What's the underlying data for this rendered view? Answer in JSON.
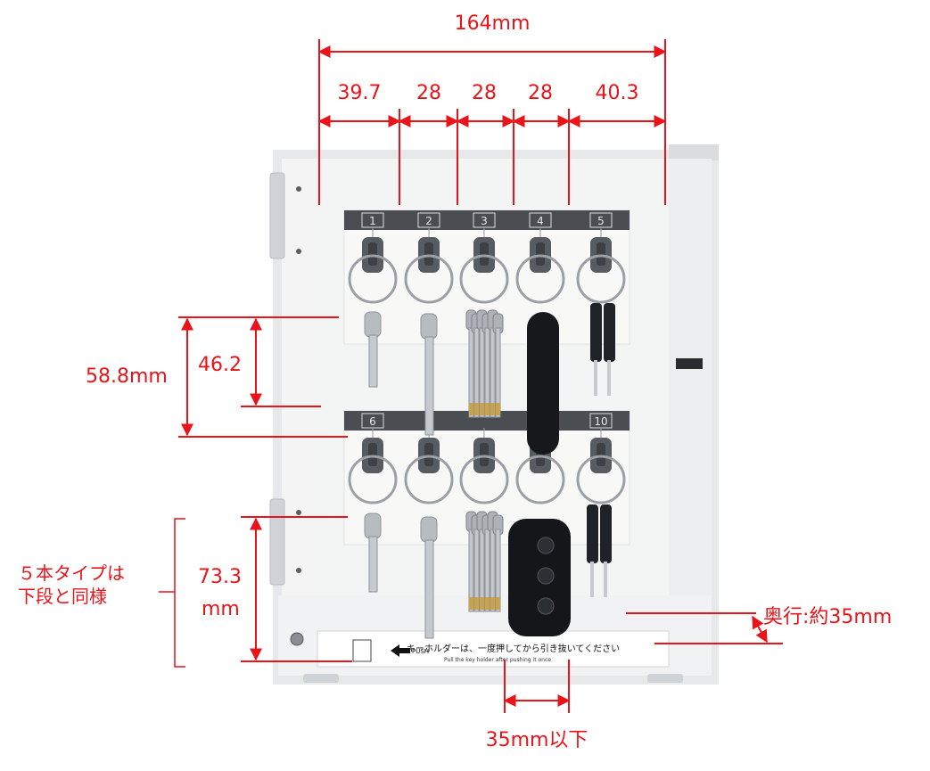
{
  "dimensions": {
    "total_width": "164mm",
    "widths": [
      "39.7",
      "28",
      "28",
      "28",
      "40.3"
    ],
    "outer_height": "58.8mm",
    "inner_height": "46.2",
    "lower_height_line1": "73.3",
    "lower_height_line2": "mm",
    "depth": "奥行:約35mm",
    "key_width": "35mm以下"
  },
  "note": {
    "line1": "５本タイプは",
    "line2": "下段と同様"
  },
  "slots_top": [
    "1",
    "2",
    "3",
    "4",
    "5"
  ],
  "slots_bottom": [
    "6",
    "",
    "",
    "",
    "10"
  ],
  "box_label": {
    "push": "PUSH",
    "jp": "キーホルダーは、一度押してから引き抜いてください",
    "en": "Pull the key holder after pushing it once"
  },
  "colors": {
    "dimension": "#e8141a",
    "box": "#eef0f2",
    "panel": "#f7f7f6",
    "strip": "#4a4d52",
    "hook": "#575b62"
  }
}
